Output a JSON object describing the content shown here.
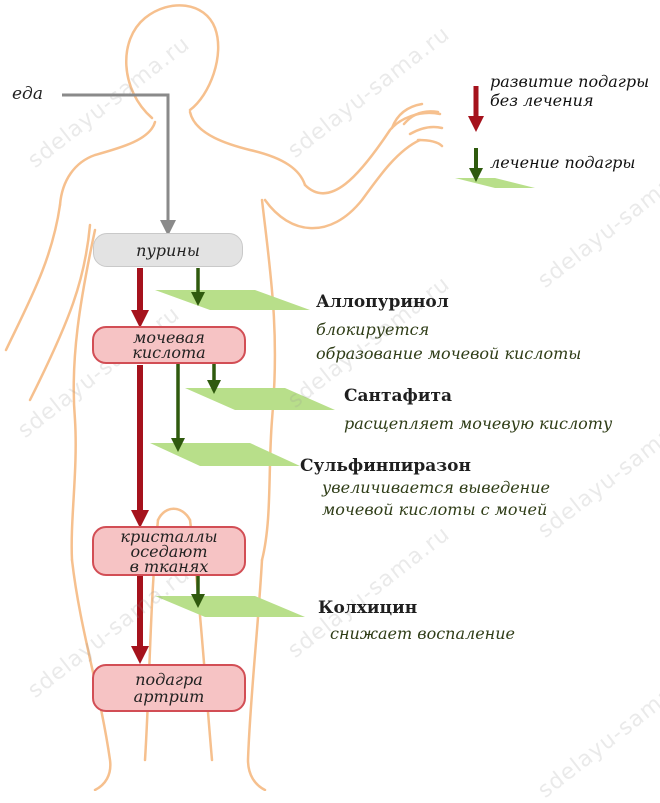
{
  "food_label": "еда",
  "legend": {
    "untreated_line1": "развитие подагры",
    "untreated_line2": "без лечения",
    "treatment": "лечение подагры"
  },
  "boxes": {
    "purines": "пурины",
    "uric_acid_line1": "мочевая",
    "uric_acid_line2": "кислота",
    "crystals_line1": "кристаллы",
    "crystals_line2": "оседают",
    "crystals_line3": "в тканях",
    "gout_line1": "подагра",
    "gout_line2": "артрит"
  },
  "drugs": [
    {
      "name": "Аллопуринол",
      "desc_line1": "блокируется",
      "desc_line2": "образование мочевой кислоты"
    },
    {
      "name": "Сантафита",
      "desc_line1": "расщепляет мочевую кислоту"
    },
    {
      "name": "Сульфинпиразон",
      "desc_line1": "увеличивается выведение",
      "desc_line2": "мочевой кислоты с мочей"
    },
    {
      "name": "Колхицин",
      "desc_line1": "снижает воспаление"
    }
  ],
  "watermark": "sdelayu-sama.ru",
  "colors": {
    "body_outline": "#f6c08e",
    "red_arrow": "#a5121c",
    "green_arrow": "#2f5a0e",
    "green_plane": "#b8df8a",
    "gray_arrow": "#8a8a8a",
    "pink_box": "#f6c3c4"
  }
}
